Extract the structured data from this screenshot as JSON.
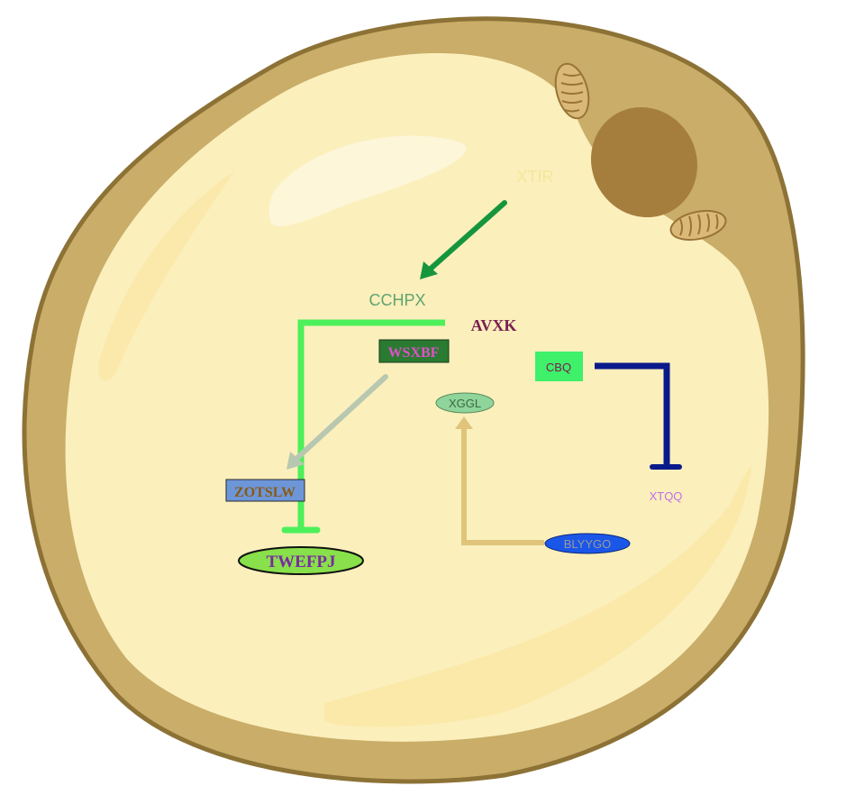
{
  "nodes": {
    "xtir": {
      "label": "XTIR",
      "color": "#f3e79a"
    },
    "cchpx": {
      "label": "CCHPX",
      "color": "#5fa46f"
    },
    "avxk": {
      "label": "AVXK",
      "color": "#7a2050"
    },
    "wsxbf": {
      "label": "WSXBF",
      "color": "#e050c8",
      "fill": "#2a7a32"
    },
    "cbq": {
      "label": "CBQ",
      "color": "#7a2050",
      "fill": "#3ef06a"
    },
    "xggl": {
      "label": "XGGL",
      "color": "#3a6a44",
      "fill": "#8fd49a"
    },
    "zotslw": {
      "label": "ZOTSLW",
      "color": "#8a5a12",
      "fill": "#6d96d8"
    },
    "xtqq": {
      "label": "XTQQ",
      "color": "#c070e8"
    },
    "twefpj": {
      "label": "TWEFPJ",
      "color": "#7a2aa0",
      "fill": "#88e04a"
    },
    "blyygo": {
      "label": "BLYYGO",
      "color": "#9a9a9a",
      "fill": "#1a56e8"
    }
  },
  "edges": {
    "xtir_cchpx": {
      "kind": "activation",
      "color": "#15963c"
    },
    "cchpx_twefpj": {
      "kind": "inhibition",
      "color": "#4cf05a"
    },
    "wsxbf_zotslw": {
      "kind": "activation",
      "color": "#b8c8b0"
    },
    "blyygo_xggl": {
      "kind": "activation",
      "color": "#e0c47a"
    },
    "cbq_xtqq": {
      "kind": "inhibition",
      "color": "#0a1a8a"
    }
  },
  "cell": {
    "membrane": "#c9ad68",
    "cytoplasm": "#fbefbc",
    "nucleus": "#a57e3e"
  }
}
